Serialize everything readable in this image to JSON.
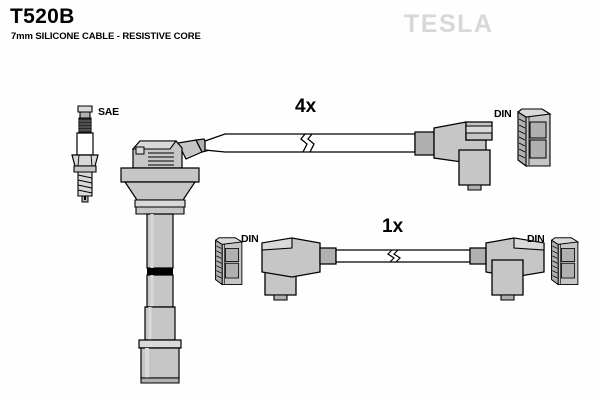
{
  "header": {
    "part_number": "T520B",
    "description": "7mm SILICONE CABLE - RESISTIVE CORE",
    "brand": "TESLA"
  },
  "colors": {
    "background": "#fefefe",
    "outline": "#000000",
    "metal_light": "#d9d9d9",
    "metal_mid": "#c6c6c6",
    "metal_dark": "#b0b0b0",
    "cable_fill": "#ffffff",
    "logo_gray": "#d8d8d8"
  },
  "diagram": {
    "spark_plug": {
      "terminal_label": "SAE",
      "icon": "spark-plug-icon"
    },
    "coil_boot": {
      "icon": "coil-on-plug-boot-icon",
      "terminal_label": "SAE"
    },
    "cable_sets": [
      {
        "id": "cable-set-top",
        "quantity_label": "4x",
        "end_a": "coil-boot-angled-outlet",
        "end_b": "right-angle-boot",
        "end_b_terminal_label": "DIN",
        "break_symbol": true
      },
      {
        "id": "cable-set-bottom",
        "quantity_label": "1x",
        "end_a": "right-angle-boot",
        "end_a_terminal_label": "DIN",
        "end_b": "right-angle-boot",
        "end_b_terminal_label": "DIN",
        "break_symbol": true
      }
    ],
    "terminal_icons": [
      {
        "id": "terminal-icon-sae",
        "label": "SAE",
        "type": "spark-plug-icon"
      },
      {
        "id": "terminal-icon-din-top",
        "label": "DIN",
        "type": "din-terminal-icon"
      },
      {
        "id": "terminal-icon-din-bottom-left",
        "label": "DIN",
        "type": "din-terminal-icon"
      },
      {
        "id": "terminal-icon-din-bottom-right",
        "label": "DIN",
        "type": "din-terminal-icon"
      }
    ]
  }
}
